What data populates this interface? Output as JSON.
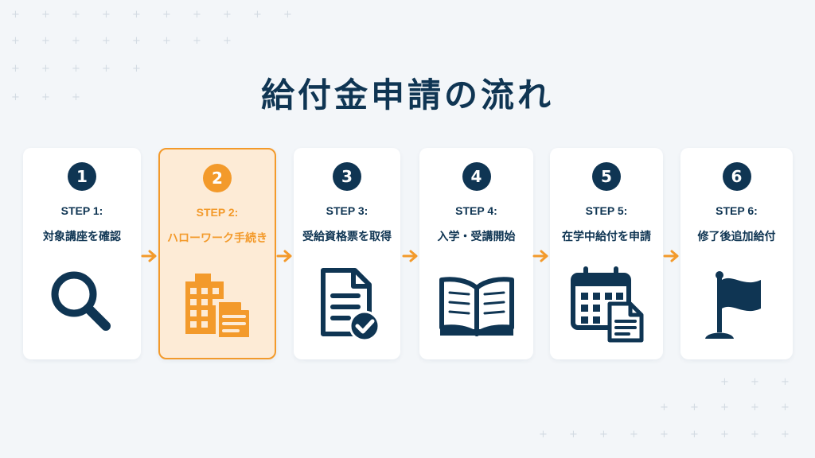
{
  "title": "給付金申請の流れ",
  "colors": {
    "navy": "#0f3553",
    "orange": "#f39a2b",
    "active_bg": "#fdebd6"
  },
  "steps": [
    {
      "num": "1",
      "label": "STEP 1:",
      "desc": "対象講座を確認",
      "icon": "magnifier-icon",
      "active": false
    },
    {
      "num": "2",
      "label": "STEP 2:",
      "desc": "ハローワーク手続き",
      "icon": "office-document-icon",
      "active": true
    },
    {
      "num": "3",
      "label": "STEP 3:",
      "desc": "受給資格票を取得",
      "icon": "document-check-icon",
      "active": false
    },
    {
      "num": "4",
      "label": "STEP 4:",
      "desc": "入学・受講開始",
      "icon": "open-book-icon",
      "active": false
    },
    {
      "num": "5",
      "label": "STEP 5:",
      "desc": "在学中給付を申請",
      "icon": "calendar-document-icon",
      "active": false
    },
    {
      "num": "6",
      "label": "STEP 6:",
      "desc": "修了後追加給付",
      "icon": "flag-icon",
      "active": false
    }
  ]
}
